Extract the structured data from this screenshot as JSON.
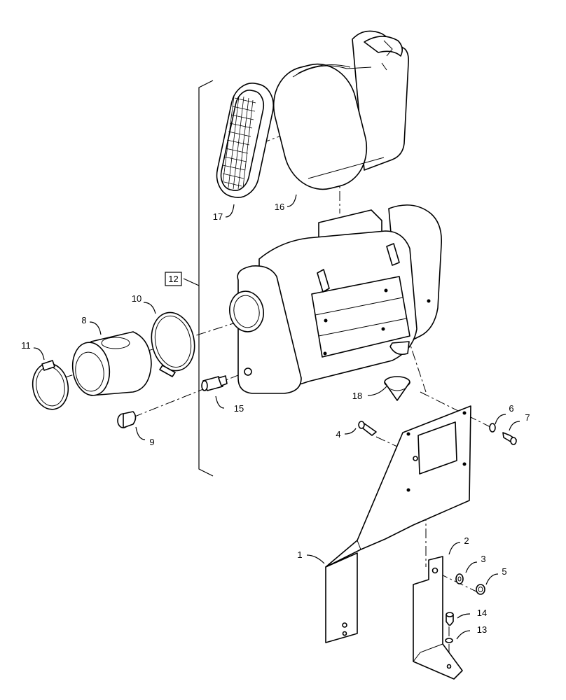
{
  "diagram": {
    "group_label": "12",
    "callouts": {
      "c1": "1",
      "c2": "2",
      "c3": "3",
      "c4": "4",
      "c5": "5",
      "c6": "6",
      "c7": "7",
      "c8": "8",
      "c9": "9",
      "c10": "10",
      "c11": "11",
      "c13": "13",
      "c14": "14",
      "c15": "15",
      "c16": "16",
      "c17": "17",
      "c18": "18"
    },
    "colors": {
      "line": "#000000",
      "background": "#ffffff"
    }
  }
}
